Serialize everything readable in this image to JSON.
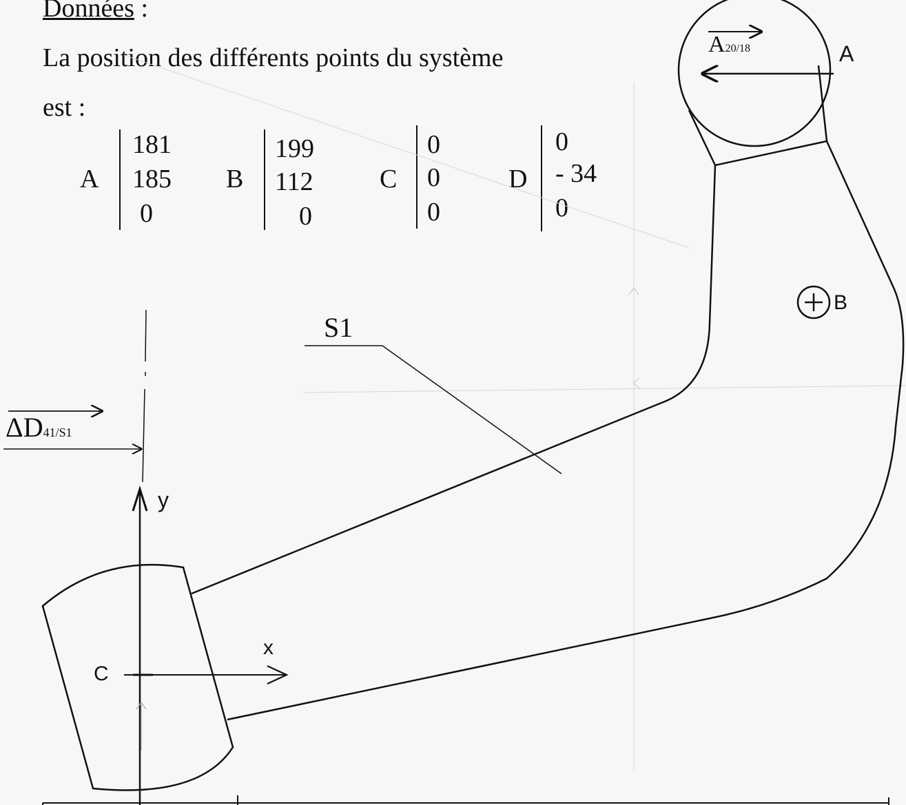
{
  "header": {
    "title": "Données",
    "colon": ":",
    "intro_line1": "La position des différents points du système",
    "intro_line2": "est :"
  },
  "points": [
    {
      "name": "A",
      "coords": [
        "181",
        "185",
        "0"
      ]
    },
    {
      "name": "B",
      "coords": [
        "199",
        "112",
        "0"
      ]
    },
    {
      "name": "C",
      "coords": [
        "0",
        "0",
        "0"
      ]
    },
    {
      "name": "D",
      "coords": [
        "0",
        "- 34",
        "0"
      ]
    }
  ],
  "diagram": {
    "solid_label": "S1",
    "force_A_base": "A",
    "force_A_sub": "20/18",
    "point_A_label": "A",
    "point_B_label": "B",
    "point_C_label": "C",
    "axis_x_label": "x",
    "axis_y_label": "y",
    "force_D_base": "ΔD",
    "force_D_sub": "41/S1"
  },
  "colors": {
    "ink": "#111111",
    "pencil": "#b8b8b8",
    "paper": "#f7f7f5"
  }
}
